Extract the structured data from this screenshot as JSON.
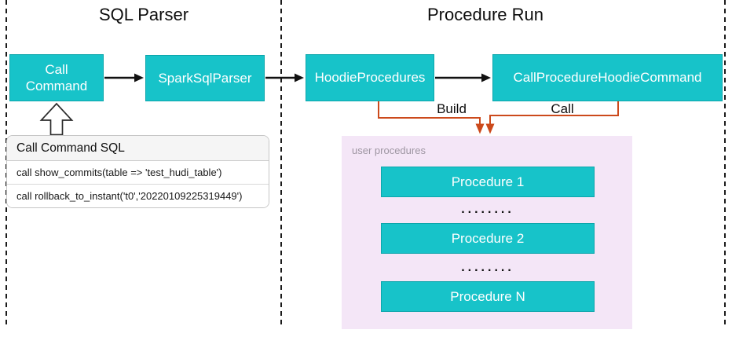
{
  "regions": {
    "sql_parser_title": "SQL Parser",
    "procedure_run_title": "Procedure Run"
  },
  "nodes": {
    "call_command": {
      "line1": "Call",
      "line2": "Command"
    },
    "spark_sql_parser": "SparkSqlParser",
    "hoodie_procedures": "HoodieProcedures",
    "call_procedure_hoodie_command": "CallProcedureHoodieCommand"
  },
  "connectors": {
    "build_label": "Build",
    "call_label": "Call"
  },
  "sql_panel": {
    "title": "Call Command SQL",
    "rows": [
      "call show_commits(table => 'test_hudi_table')",
      "call rollback_to_instant('t0','20220109225319449')"
    ]
  },
  "user_procedures": {
    "label": "user procedures",
    "items": [
      "Procedure 1",
      "Procedure 2",
      "Procedure N"
    ],
    "ellipsis": "........"
  },
  "colors": {
    "node_teal": "#17c3c9",
    "connector_orange": "#cc4a1c",
    "container_lavender": "#f4e6f7",
    "arrow_black": "#111111"
  }
}
